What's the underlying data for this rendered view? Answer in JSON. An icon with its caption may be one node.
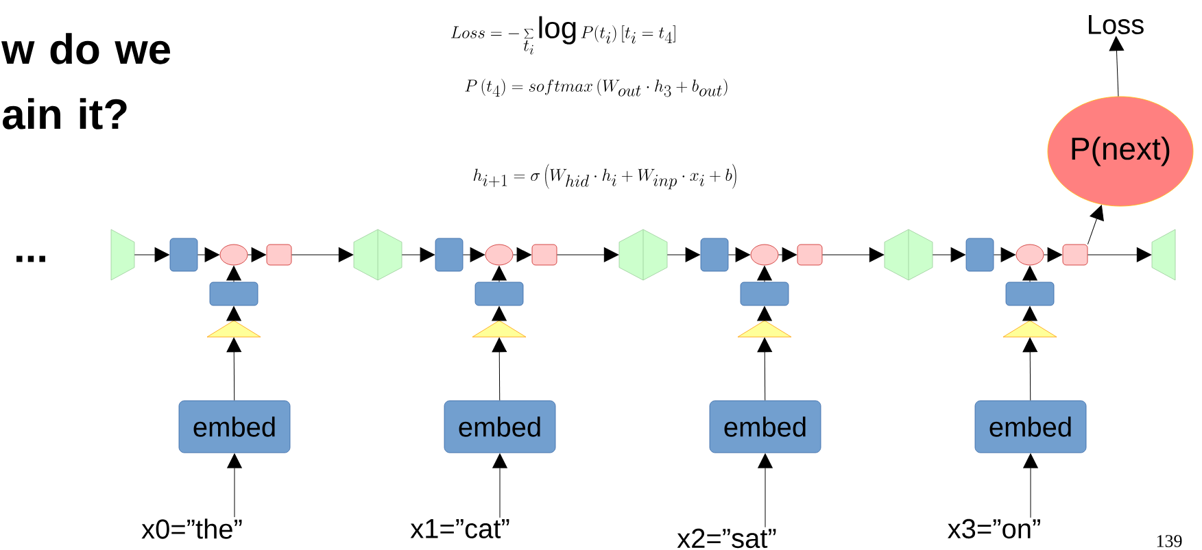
{
  "diagram": {
    "title": "w do we ain it?",
    "nodes": [
      {
        "text": [],
        "shape": "trapezoid"
      },
      {
        "text": [],
        "shape": "box"
      },
      {
        "text": [],
        "shape": "ellipse"
      },
      {
        "text": [],
        "shape": "box"
      },
      {
        "text": [],
        "shape": "box"
      },
      {
        "text": [],
        "shape": "triangle"
      },
      {
        "text": [
          "embed"
        ]
      },
      {
        "text": [
          "x0=”the”"
        ]
      },
      {
        "text": [],
        "shape": "box"
      },
      {
        "text": [],
        "shape": "ellipse"
      },
      {
        "text": [],
        "shape": "box"
      },
      {
        "text": [],
        "shape": "box"
      },
      {
        "text": [],
        "shape": "triangle"
      },
      {
        "text": [
          "embed"
        ]
      },
      {
        "text": [
          "x1=”cat”"
        ]
      },
      {
        "text": [],
        "shape": "box"
      },
      {
        "text": [],
        "shape": "ellipse"
      },
      {
        "text": [],
        "shape": "box"
      },
      {
        "text": [],
        "shape": "box"
      },
      {
        "text": [],
        "shape": "triangle"
      },
      {
        "text": [
          "embed"
        ]
      },
      {
        "text": [
          "x2=”sat”"
        ]
      },
      {
        "text": [],
        "shape": "box"
      },
      {
        "text": [],
        "shape": "ellipse"
      },
      {
        "text": [],
        "shape": "box"
      },
      {
        "text": [],
        "shape": "box"
      },
      {
        "text": [],
        "shape": "triangle"
      },
      {
        "text": [
          "embed"
        ]
      },
      {
        "text": [
          "x3=”on”"
        ]
      },
      {
        "text": [],
        "shape": "hexagon"
      },
      {
        "text": [],
        "shape": "hexagon"
      },
      {
        "text": [],
        "shape": "hexagon"
      },
      {
        "text": [],
        "shape": "trapezoid"
      },
      {
        "text": [
          "P(next)"
        ]
      },
      {
        "text": [
          "Loss"
        ]
      }
    ],
    "edges": [
      {
        "from": 0,
        "to": 1,
        "arrow": "to"
      },
      {
        "from": 1,
        "to": 2,
        "arrow": "to"
      },
      {
        "from": 2,
        "to": 3,
        "arrow": "to"
      },
      {
        "from": 3,
        "to": 29,
        "arrow": "to"
      },
      {
        "from": 4,
        "to": 2,
        "arrow": "to"
      },
      {
        "from": 5,
        "to": 4,
        "arrow": "to"
      },
      {
        "from": 6,
        "to": 5,
        "arrow": "to"
      },
      {
        "from": 7,
        "to": 6,
        "arrow": "to"
      },
      {
        "from": 29,
        "to": 8,
        "arrow": "to"
      },
      {
        "from": 8,
        "to": 9,
        "arrow": "to"
      },
      {
        "from": 9,
        "to": 10,
        "arrow": "to"
      },
      {
        "from": 10,
        "to": 30,
        "arrow": "to"
      },
      {
        "from": 11,
        "to": 9,
        "arrow": "to"
      },
      {
        "from": 12,
        "to": 11,
        "arrow": "to"
      },
      {
        "from": 13,
        "to": 12,
        "arrow": "to"
      },
      {
        "from": 14,
        "to": 13,
        "arrow": "to"
      },
      {
        "from": 30,
        "to": 15,
        "arrow": "to"
      },
      {
        "from": 15,
        "to": 16,
        "arrow": "to"
      },
      {
        "from": 16,
        "to": 17,
        "arrow": "to"
      },
      {
        "from": 17,
        "to": 31,
        "arrow": "to"
      },
      {
        "from": 18,
        "to": 16,
        "arrow": "to"
      },
      {
        "from": 19,
        "to": 18,
        "arrow": "to"
      },
      {
        "from": 20,
        "to": 19,
        "arrow": "to"
      },
      {
        "from": 21,
        "to": 20,
        "arrow": "to"
      },
      {
        "from": 31,
        "to": 22,
        "arrow": "to"
      },
      {
        "from": 22,
        "to": 23,
        "arrow": "to"
      },
      {
        "from": 23,
        "to": 24,
        "arrow": "to"
      },
      {
        "from": 24,
        "to": 32,
        "arrow": "to"
      },
      {
        "from": 25,
        "to": 23,
        "arrow": "to"
      },
      {
        "from": 26,
        "to": 25,
        "arrow": "to"
      },
      {
        "from": 27,
        "to": 26,
        "arrow": "to"
      },
      {
        "from": 28,
        "to": 27,
        "arrow": "to"
      },
      {
        "from": 24,
        "to": 33,
        "arrow": "to"
      },
      {
        "from": 33,
        "to": 34,
        "arrow": "to"
      }
    ],
    "labels": [
      "...",
      "Loss=-\\sum_{t_i}\\log P(t_i)\\,[t_i=t_4]",
      "P\\left(t_4\\right)=softmax\\left(W_{out}\\cdot h_3+b_{out}\\right)",
      "h_{i+1}=\\sigma\\left(W_{hid}\\cdot h_i+W_{inp}\\cdot x_i+b\\right)",
      "139"
    ]
  }
}
